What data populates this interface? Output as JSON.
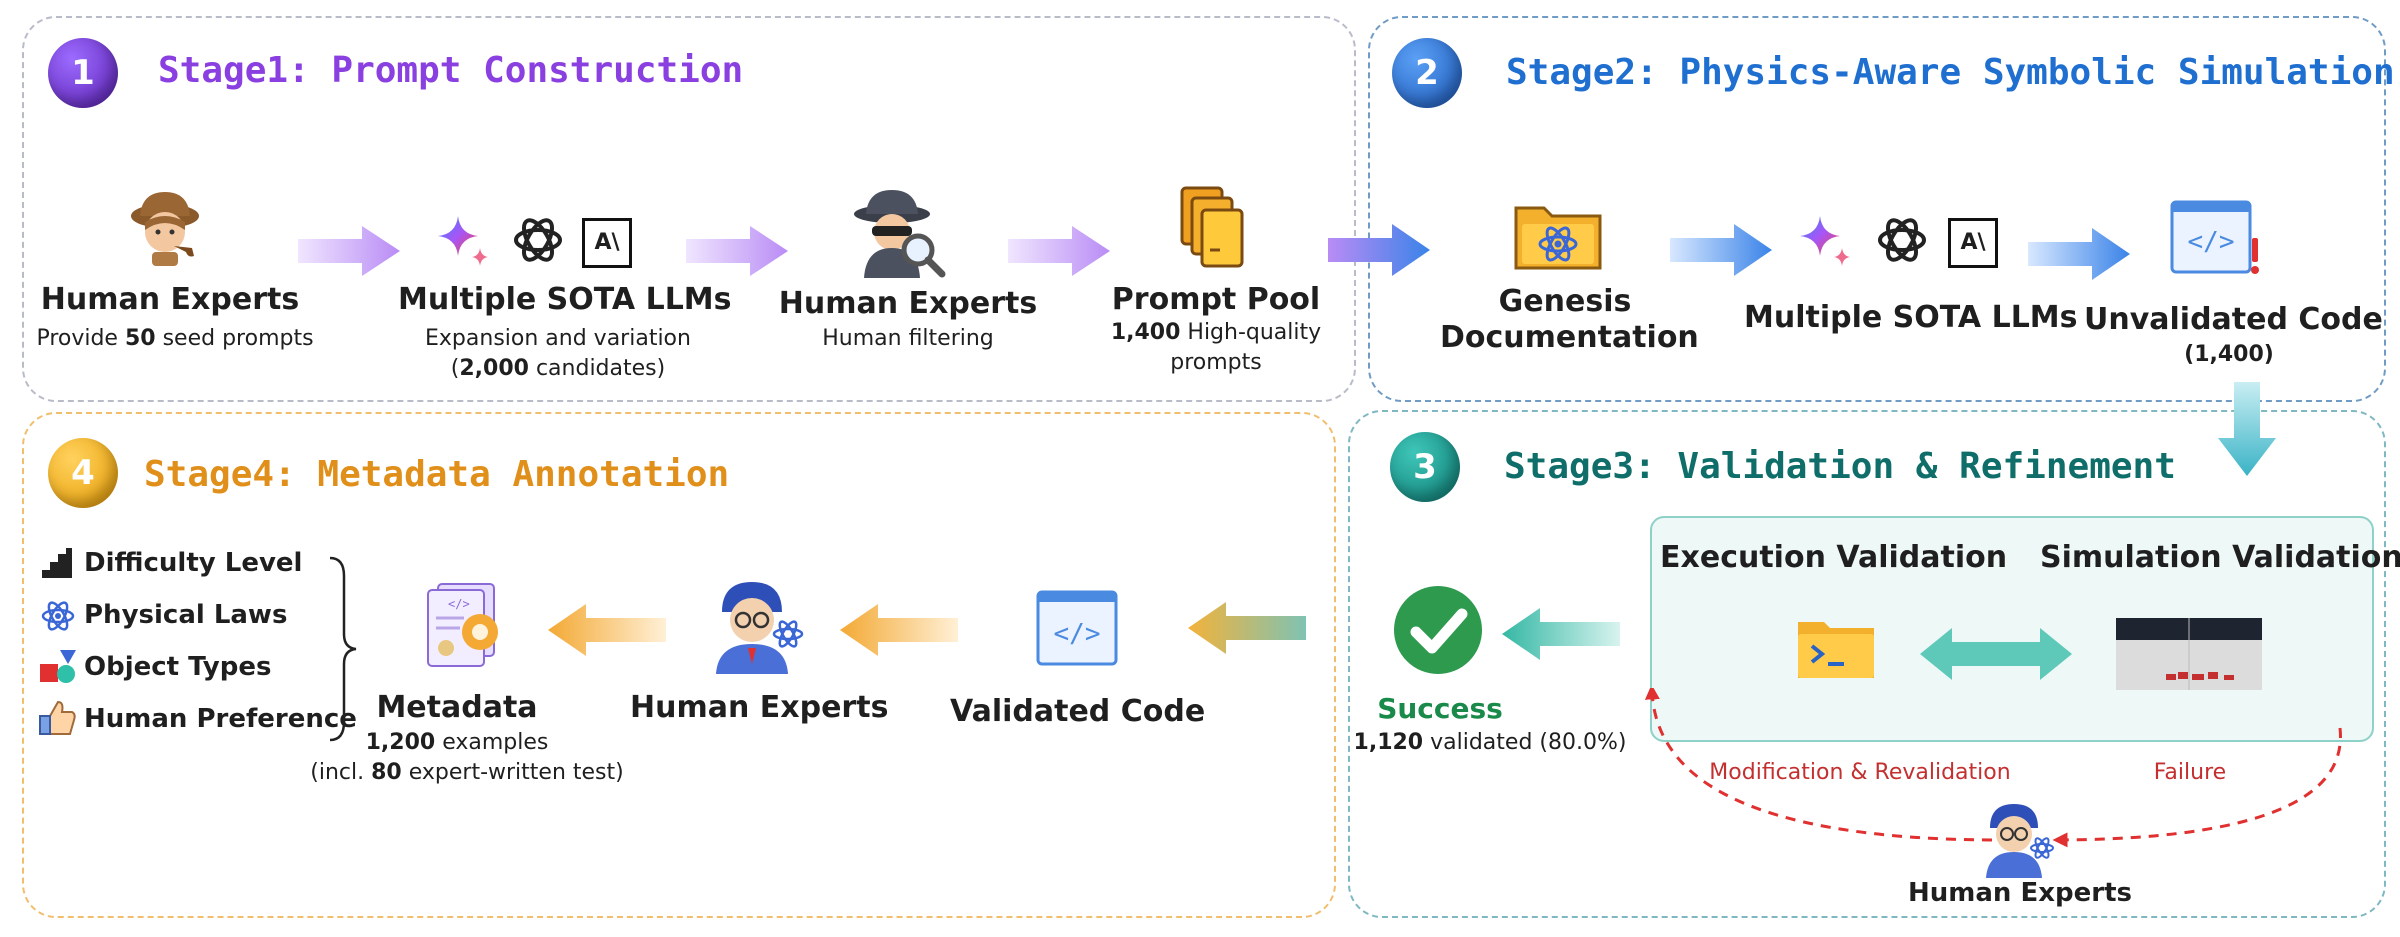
{
  "stages": {
    "s1": {
      "number": "1",
      "title": "Stage1: Prompt Construction"
    },
    "s2": {
      "number": "2",
      "title": "Stage2: Physics-Aware Symbolic Simulation"
    },
    "s3": {
      "number": "3",
      "title": "Stage3: Validation & Refinement"
    },
    "s4": {
      "number": "4",
      "title": "Stage4: Metadata Annotation"
    }
  },
  "stage1": {
    "experts_title": "Human Experts",
    "experts_sub_pre": "Provide ",
    "experts_sub_num": "50",
    "experts_sub_post": " seed prompts",
    "llms_title": "Multiple SOTA LLMs",
    "llms_sub1": "Expansion and variation",
    "llms_sub2_pre": "(",
    "llms_sub2_num": "2,000",
    "llms_sub2_post": " candidates)",
    "filter_title": "Human Experts",
    "filter_sub": "Human filtering",
    "pool_title": "Prompt Pool",
    "pool_sub1_num": "1,400",
    "pool_sub1_post": " High-quality",
    "pool_sub2": "prompts"
  },
  "stage2": {
    "genesis_line1": "Genesis",
    "genesis_line2": "Documentation",
    "llms_title": "Multiple SOTA LLMs",
    "code_title": "Unvalidated Code",
    "code_count": "(1,400)"
  },
  "stage3": {
    "exec_title": "Execution Validation",
    "sim_title": "Simulation Validation",
    "success_title": "Success",
    "success_num": "1,120",
    "success_post": " validated (80.0%)",
    "modification": "Modification & Revalidation",
    "failure": "Failure",
    "experts": "Human Experts"
  },
  "stage4": {
    "list": [
      "Difficulty Level",
      "Physical Laws",
      "Object Types",
      "Human Preference"
    ],
    "metadata_title": "Metadata",
    "metadata_sub1_num": "1,200",
    "metadata_sub1_post": " examples",
    "metadata_sub2_pre": "(incl. ",
    "metadata_sub2_num": "80",
    "metadata_sub2_post": " expert-written test)",
    "experts_title": "Human Experts",
    "code_title": "Validated Code"
  },
  "logos": {
    "anthropic": "A\\"
  },
  "colors": {
    "stage1": "#8a3fe0",
    "stage2": "#1f6fd1",
    "stage3": "#0f6e69",
    "stage4": "#e0901a",
    "failure": "#c43030"
  }
}
